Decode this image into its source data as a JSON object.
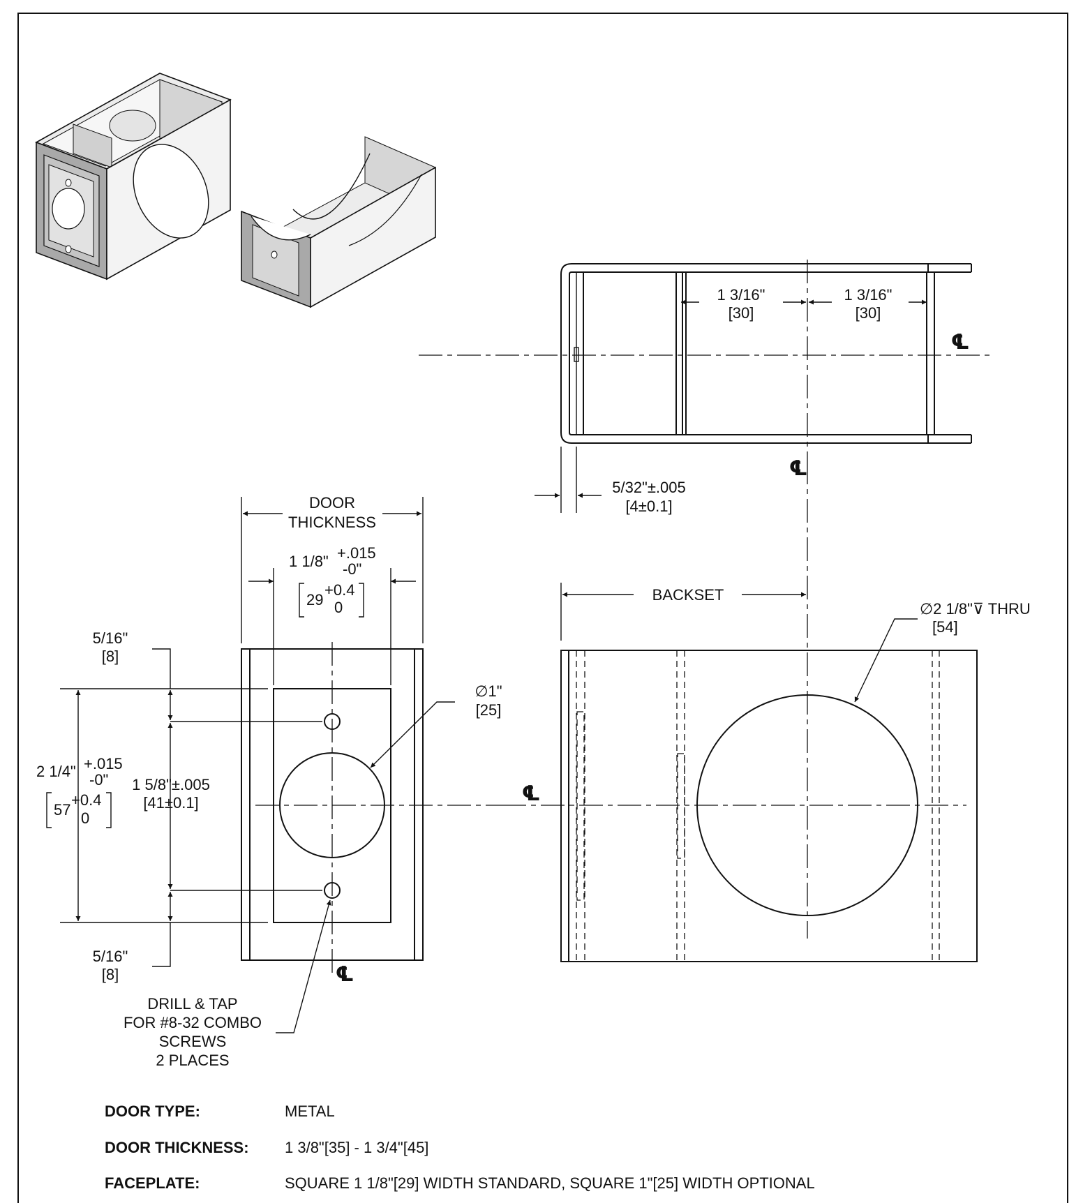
{
  "dimensions": {
    "door_thickness_l1": "DOOR",
    "door_thickness_l2": "THICKNESS",
    "face_width_main": "1 1/8\"",
    "face_width_tol_plus": "+.015",
    "face_width_tol_minus": "-0\"",
    "face_width_mm": "29",
    "face_width_mm_plus": "+0.4",
    "face_width_mm_minus": "0",
    "top_margin": "5/16\"",
    "top_margin_mm": "[8]",
    "bottom_margin": "5/16\"",
    "bottom_margin_mm": "[8]",
    "height_main": "2 1/4\"",
    "height_tol_plus": "+.015",
    "height_tol_minus": "-0\"",
    "height_mm": "57",
    "height_mm_plus": "+0.4",
    "height_mm_minus": "0",
    "hole_spacing": "1 5/8\"±.005",
    "hole_spacing_mm": "[41±0.1]",
    "small_hole_dia": "∅1\"",
    "small_hole_dia_mm": "[25]",
    "half_width_left": "1 3/16\"",
    "half_width_left_mm": "[30]",
    "half_width_right": "1 3/16\"",
    "half_width_right_mm": "[30]",
    "wall": "5/32\"±.005",
    "wall_mm": "[4±0.1]",
    "backset": "BACKSET",
    "large_hole": "∅2 1/8\"⊽ THRU",
    "large_hole_mm": "[54]",
    "centerline_symbol": "℄"
  },
  "notes": {
    "drill_l1": "DRILL & TAP",
    "drill_l2": "FOR #8-32 COMBO",
    "drill_l3": "SCREWS",
    "drill_l4": "2 PLACES"
  },
  "specs": [
    {
      "label": "DOOR TYPE:",
      "value": "METAL"
    },
    {
      "label": "DOOR THICKNESS:",
      "value": "1 3/8\"[35] - 1 3/4\"[45]"
    },
    {
      "label": "FACEPLATE:",
      "value": "SQUARE 1 1/8\"[29] WIDTH STANDARD, SQUARE 1\"[25] WIDTH OPTIONAL"
    }
  ],
  "colors": {
    "ink": "#111111",
    "paper": "#ffffff",
    "shade_light": "#e6e6e6",
    "shade_mid": "#cfcfcf",
    "shade_dark": "#a9a9a9"
  }
}
